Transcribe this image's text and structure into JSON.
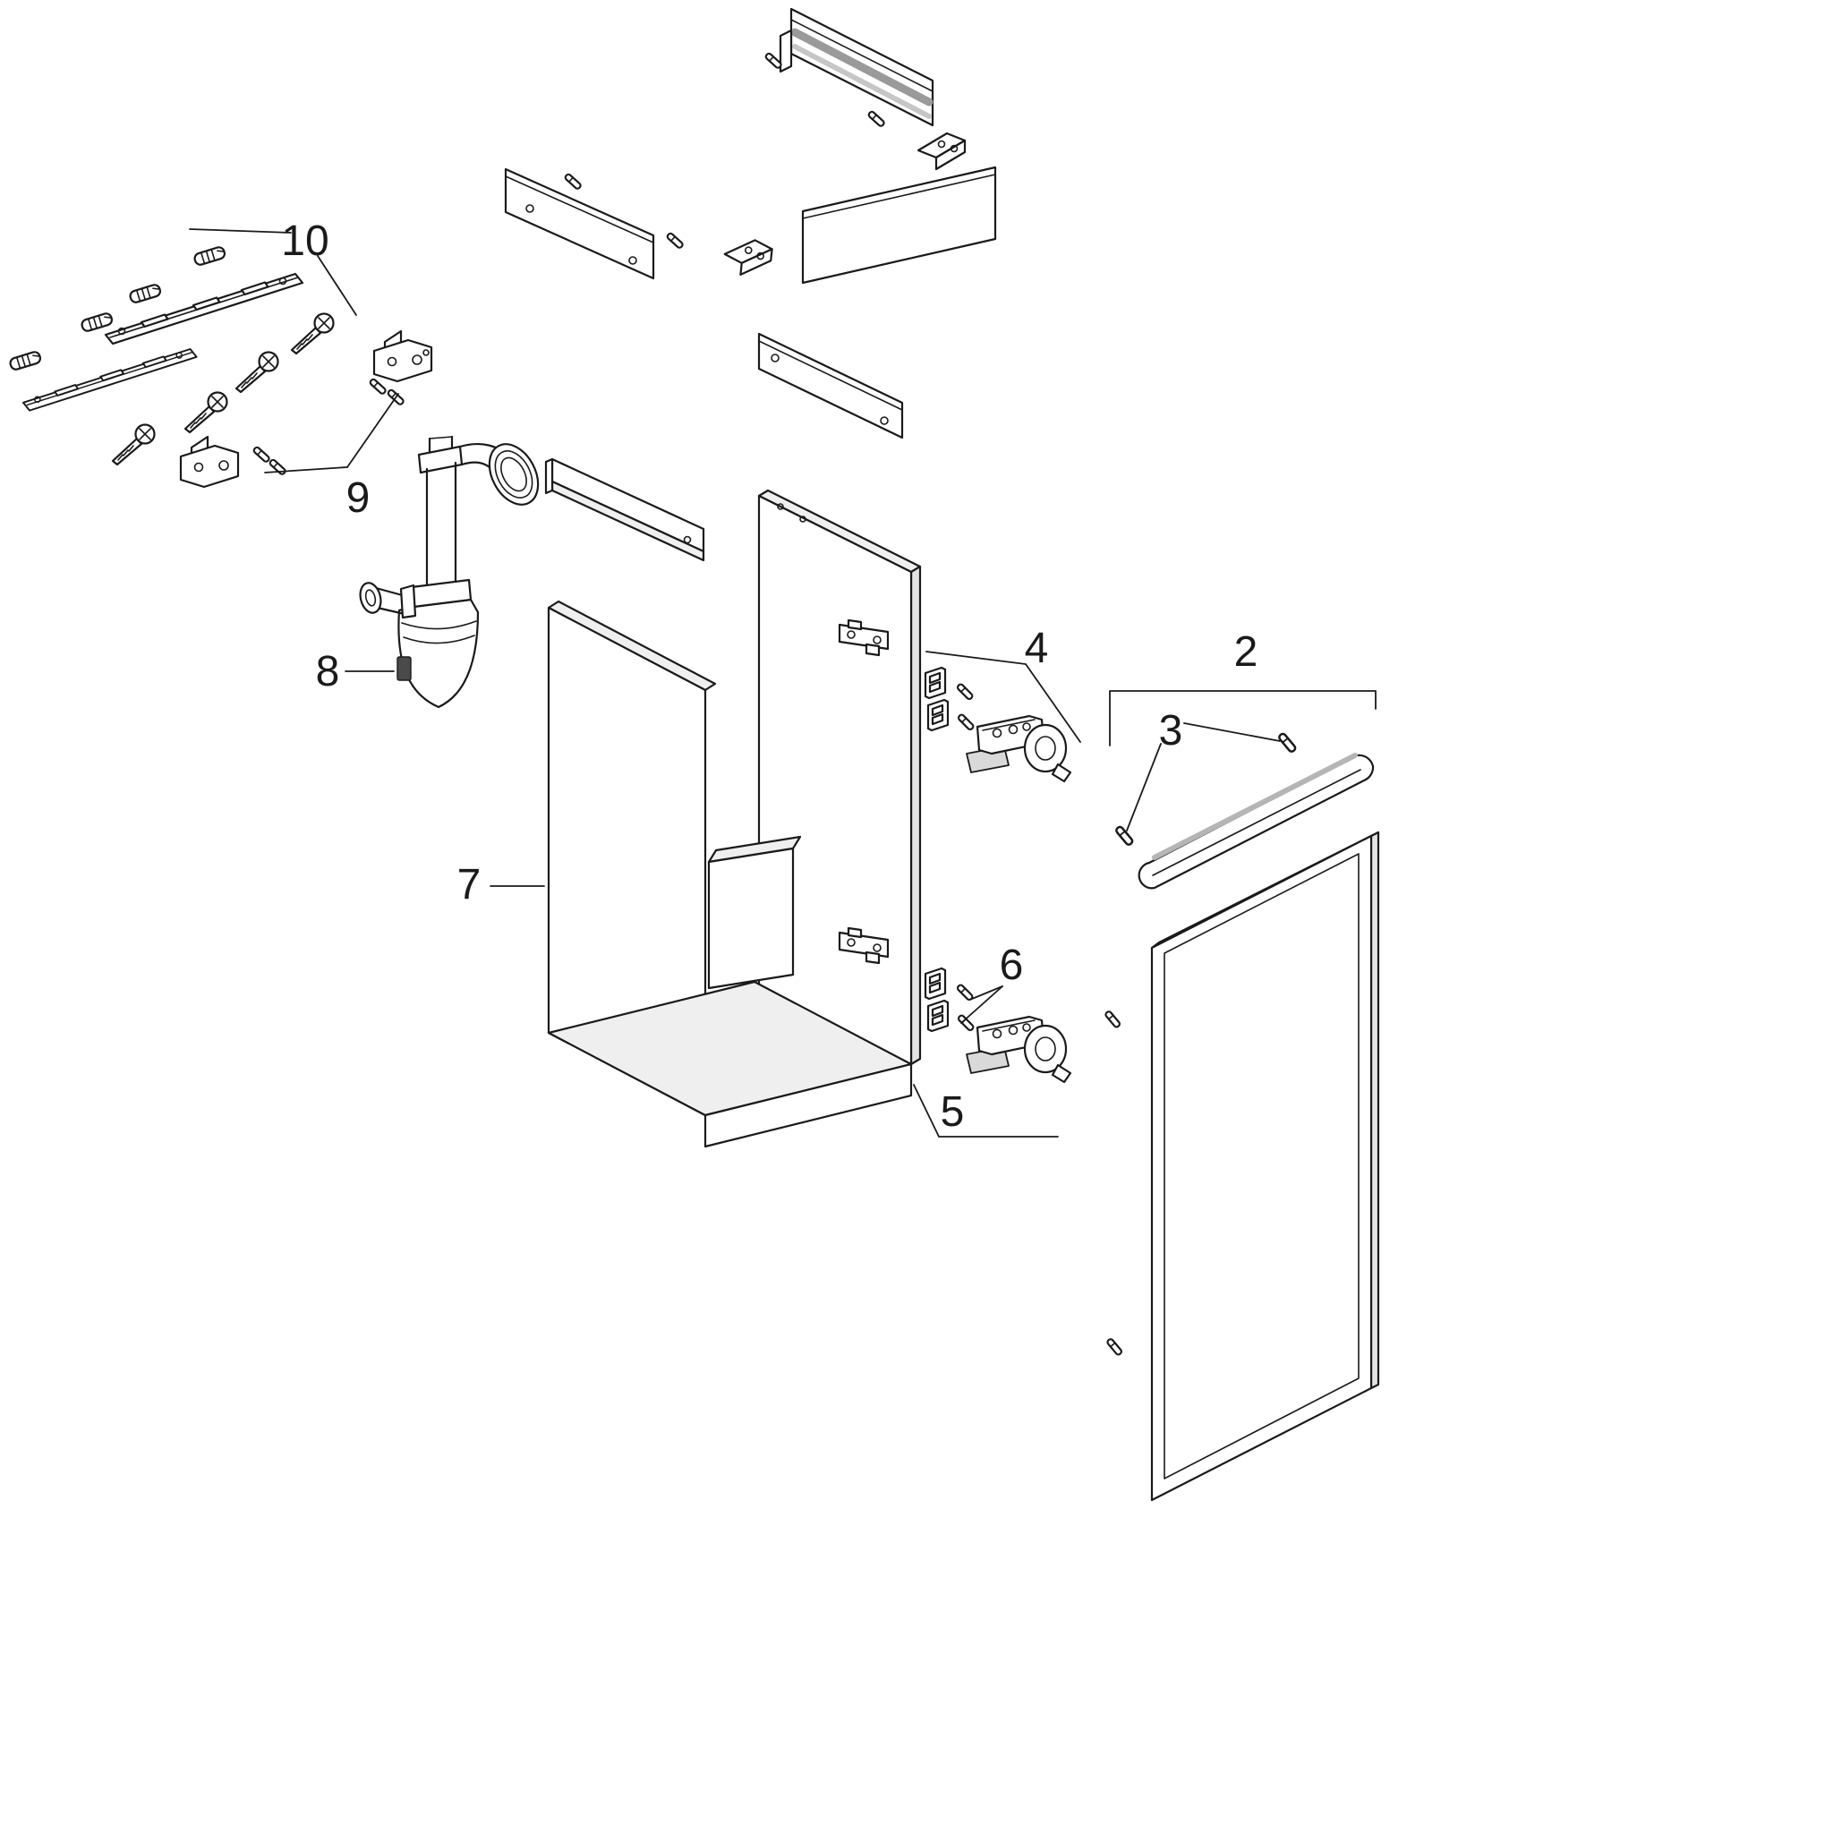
{
  "figure": {
    "background": "#ffffff",
    "line_color": "#1a1a1a",
    "labels": {
      "part2": "2",
      "part3": "3",
      "part4": "4",
      "part5": "5",
      "part6": "6",
      "part7": "7",
      "part8": "8",
      "part9": "9",
      "part10": "10"
    }
  }
}
